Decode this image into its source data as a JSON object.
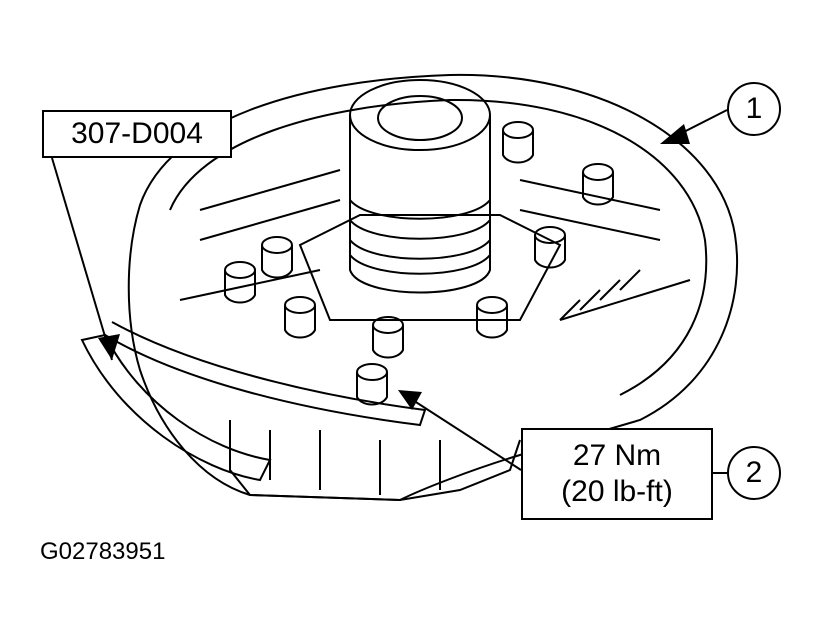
{
  "labels": {
    "tool_number": "307-D004",
    "torque_metric": "27 Nm",
    "torque_imperial": "(20 lb-ft)",
    "figure_id": "G02783951"
  },
  "callouts": [
    "1",
    "2"
  ],
  "colors": {
    "line": "#000000",
    "fill": "#ffffff",
    "shade": "#d9d9d9"
  }
}
